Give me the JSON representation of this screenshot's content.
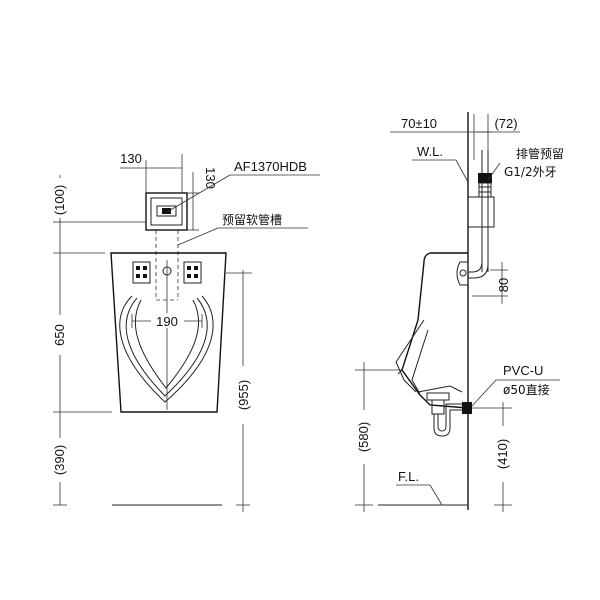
{
  "front_view": {
    "dim_top_width": "130",
    "dim_top_height": "130",
    "model_label": "AF1370HDB",
    "hose_slot_label": "预留软管槽",
    "dim_inner_width": "190",
    "dim_upper_height": "(100)",
    "dim_body_height": "650",
    "dim_floor_height": "(390)",
    "dim_total_height": "(955)"
  },
  "side_view": {
    "dim_wall_offset": "70±10",
    "dim_pipe_offset": "(72)",
    "water_line_label": "W.L.",
    "drain_reserve_label_line1": "排管预留",
    "drain_reserve_label_line2": "G1/2外牙",
    "dim_bracket": "80",
    "pvc_label_line1": "PVC-U",
    "pvc_label_line2": "ø50直接",
    "dim_lip_height": "(580)",
    "dim_outlet_height": "(410)",
    "floor_line_label": "F.L."
  }
}
